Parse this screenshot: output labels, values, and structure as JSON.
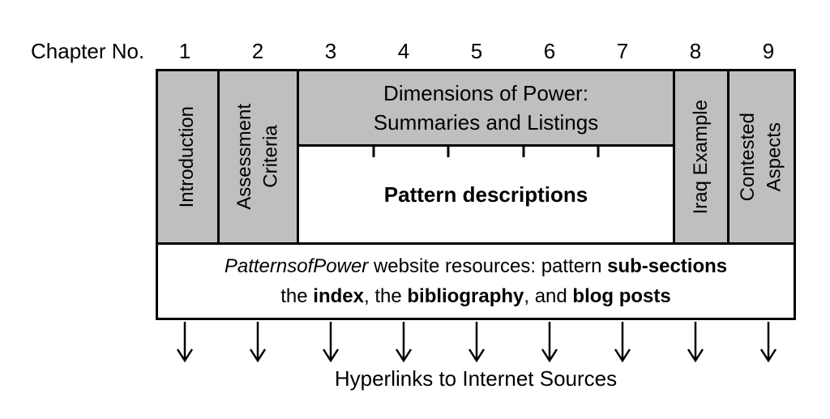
{
  "chapter_row": {
    "label": "Chapter No.",
    "numbers": [
      "1",
      "2",
      "3",
      "4",
      "5",
      "6",
      "7",
      "8",
      "9"
    ]
  },
  "columns": {
    "introduction": "Introduction",
    "assessment_line1": "Assessment",
    "assessment_line2": "Criteria",
    "dimensions_line1": "Dimensions of Power:",
    "dimensions_line2": "Summaries and Listings",
    "pattern_descriptions": "Pattern descriptions",
    "iraq_example": "Iraq Example",
    "contested_line1": "Contested",
    "contested_line2": "Aspects"
  },
  "resources_box": {
    "line1_italic": "PatternsofPower",
    "line1_text": " website resources: pattern ",
    "line1_bold": "sub-sections",
    "line2_text1": "the ",
    "line2_bold1": "index",
    "line2_text2": ", the ",
    "line2_bold2": "bibliography",
    "line2_text3": ", and ",
    "line2_bold3": "blog posts"
  },
  "footer": {
    "hyperlinks_label": "Hyperlinks to Internet Sources"
  },
  "colors": {
    "cell_gray": "#bfbfbf",
    "border": "#000000",
    "background": "#ffffff"
  },
  "arrows": {
    "count": 9
  }
}
